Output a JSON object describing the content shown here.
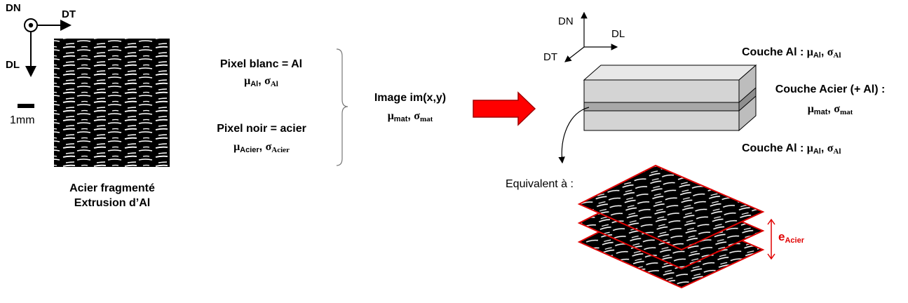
{
  "axes_left": {
    "dn": "DN",
    "dt": "DT",
    "dl": "DL"
  },
  "scale_bar": {
    "label": "1mm"
  },
  "microstructure_caption": {
    "line1": "Acier fragmenté",
    "line2": "Extrusion d’Al"
  },
  "pixel_white": {
    "text": "Pixel blanc = Al",
    "mu": "μ",
    "mu_sub": "Al",
    "sep": ", ",
    "sigma": "σ",
    "sigma_sub": "Al"
  },
  "pixel_black": {
    "text": "Pixel noir = acier",
    "mu": "μ",
    "mu_sub": "Acier",
    "sep": ", ",
    "sigma": "σ",
    "sigma_sub": "Acier"
  },
  "image_label": {
    "text": "Image im(x,y)",
    "mu": "μ",
    "mu_sub": "mat",
    "sep": ", ",
    "sigma": "σ",
    "sigma_sub": "mat"
  },
  "axes_right": {
    "dn": "DN",
    "dl": "DL",
    "dt": "DT"
  },
  "layer_top": {
    "text": "Couche Al : ",
    "mu": "μ",
    "mu_sub": "Al",
    "sep": ", ",
    "sigma": "σ",
    "sigma_sub": "Al"
  },
  "layer_mid": {
    "text": "Couche Acier (+ Al) :",
    "mu": "μ",
    "mu_sub": "mat",
    "sep": ", ",
    "sigma": "σ",
    "sigma_sub": "mat"
  },
  "layer_bottom": {
    "text": "Couche Al : ",
    "mu": "μ",
    "mu_sub": "Al",
    "sep": ", ",
    "sigma": "σ",
    "sigma_sub": "Al"
  },
  "equivalent": {
    "text": "Equivalent à :"
  },
  "thickness": {
    "e": "e",
    "e_sub": "Acier"
  },
  "colors": {
    "accent_red": "#e00000",
    "arrow_red": "#ff0000",
    "slab_gray": "#d4d4d4",
    "slab_dark": "#a8a8a8"
  }
}
